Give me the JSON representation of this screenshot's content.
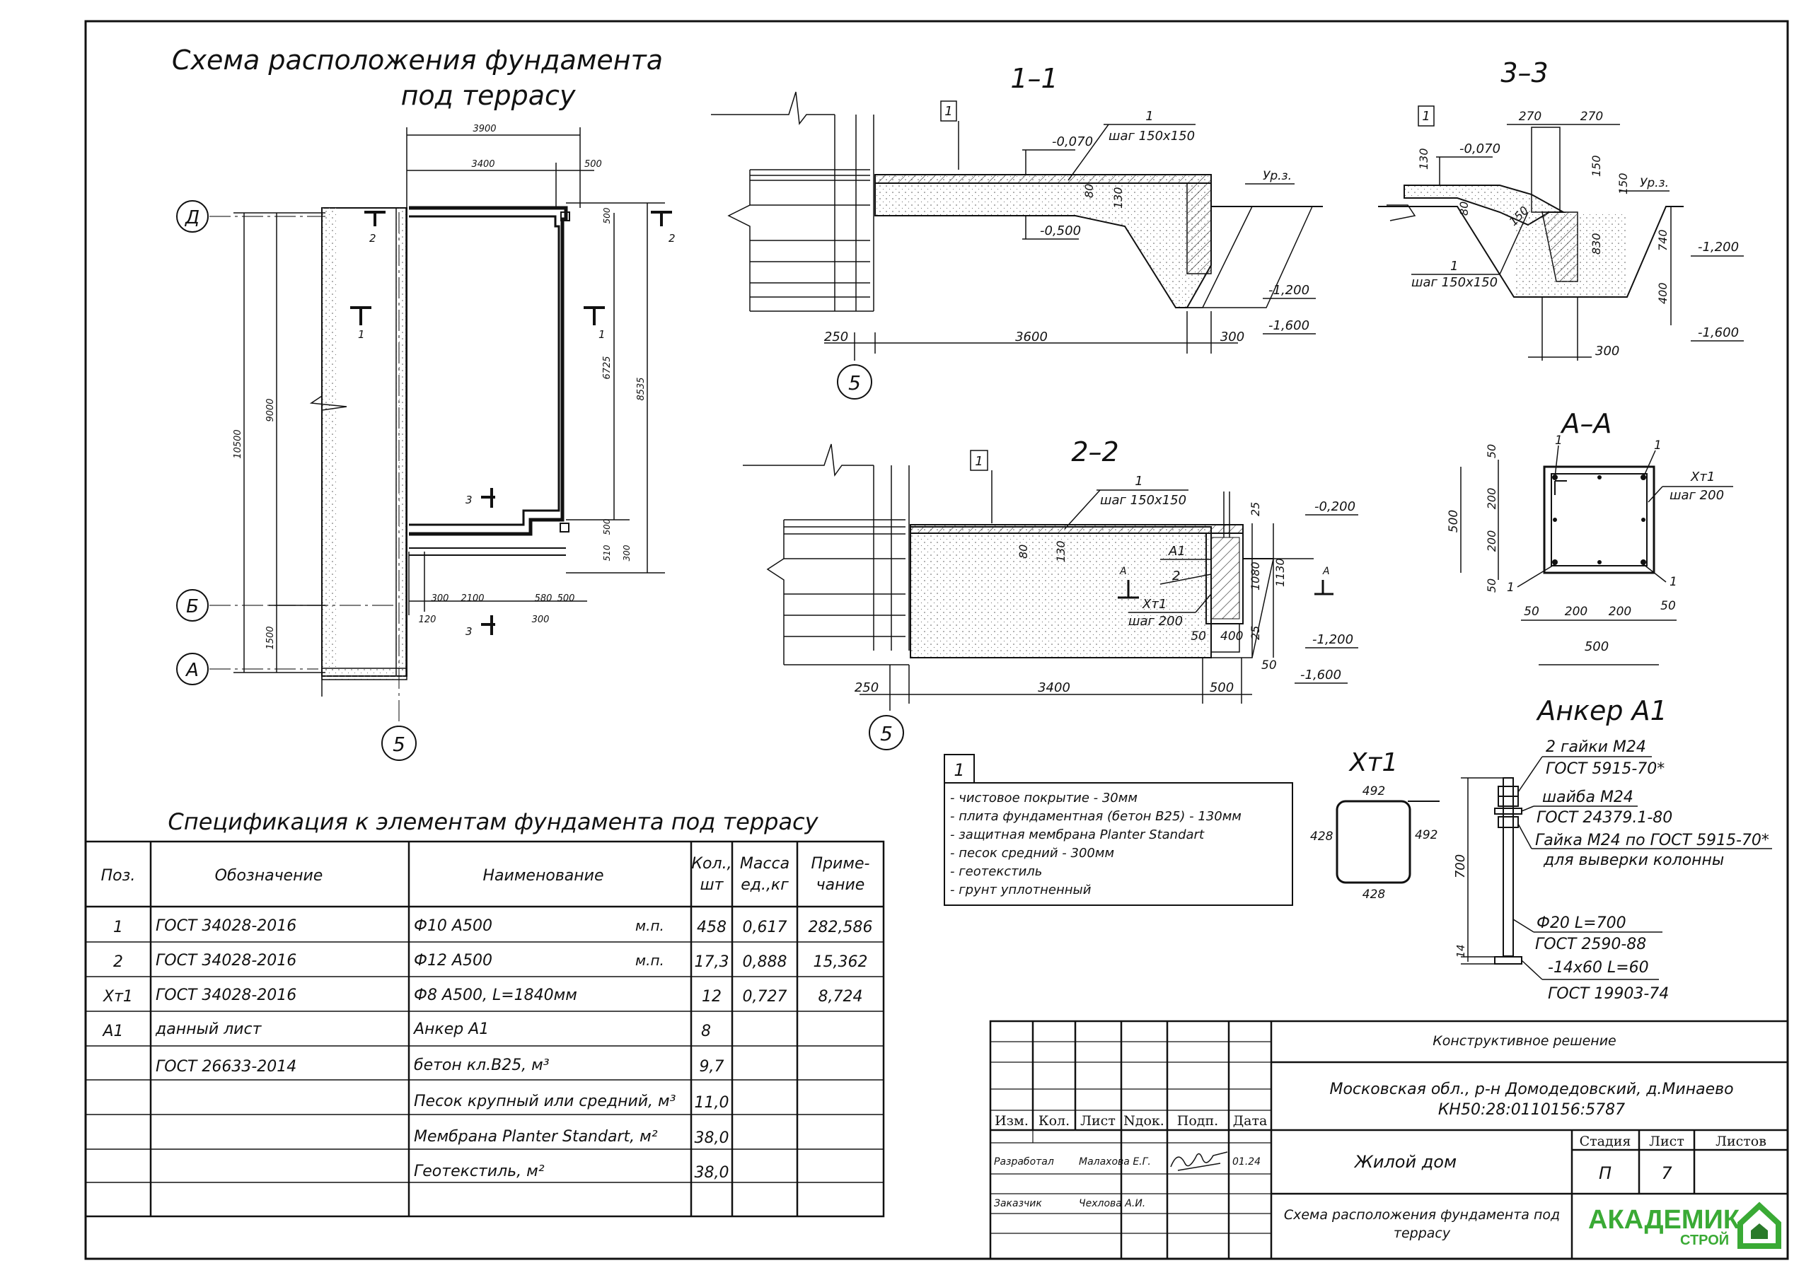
{
  "plan": {
    "title_line1": "Схема расположения фундамента",
    "title_line2": "под террасу",
    "axes": {
      "d": "Д",
      "b": "Б",
      "a": "А",
      "five": "5"
    },
    "dims": {
      "d3900": "3900",
      "d3400": "3400",
      "d500top": "500",
      "d10500": "10500",
      "d9000": "9000",
      "d1500": "1500",
      "d6725": "6725",
      "d8535": "8535",
      "d500r1": "500",
      "d500r2": "500",
      "d510": "510",
      "d300r": "300",
      "d300b": "300",
      "d2100": "2100",
      "d580": "580",
      "d500b": "500",
      "d120": "120",
      "d300c": "300"
    },
    "cuts": {
      "c1": "1",
      "c2": "2",
      "c3": "3"
    }
  },
  "section11": {
    "title": "1–1",
    "ref": "1",
    "rebar": "1",
    "step": "шаг 150x150",
    "lvl_070": "-0,070",
    "lvl_500": "-0,500",
    "grade": "Ур.з.",
    "lvl_1200": "-1,200",
    "lvl_1600": "-1,600",
    "d80": "80",
    "d130": "130",
    "d250": "250",
    "d3600": "3600",
    "d300": "300",
    "axis": "5"
  },
  "section22": {
    "title": "2–2",
    "ref": "1",
    "rebar": "1",
    "step": "шаг 150x150",
    "lvl_200": "-0,200",
    "lvl_1200": "-1,200",
    "lvl_1600": "-1,600",
    "d80": "80",
    "d130": "130",
    "d25a": "25",
    "d1080": "1080",
    "d1130": "1130",
    "d25b": "25",
    "d50a": "50",
    "d400": "400",
    "d50b": "50",
    "a1": "А1",
    "n2": "2",
    "xm1": "Хт1",
    "step200": "шаг 200",
    "aa": "А",
    "d250": "250",
    "d3400": "3400",
    "d500": "500",
    "axis": "5"
  },
  "section33": {
    "title": "3–3",
    "ref": "1",
    "d270a": "270",
    "d270b": "270",
    "lvl_070": "-0,070",
    "d130": "130",
    "d150a": "150",
    "d150b": "150",
    "grade": "Ур.з.",
    "d80": "80",
    "d150c": "150",
    "d830": "830",
    "d740": "740",
    "d400": "400",
    "lvl_1200": "-1,200",
    "lvl_1600": "-1,600",
    "rebar": "1",
    "step": "шаг 150x150",
    "d300": "300"
  },
  "sectionAA": {
    "title": "А–А",
    "n1a": "1",
    "n1b": "1",
    "n1c": "1",
    "n1d": "1",
    "xm1": "Хт1",
    "step": "шаг 200",
    "d500v": "500",
    "d50a": "50",
    "d200a": "200",
    "d200b": "200",
    "d50b": "50",
    "d50c": "50",
    "d200c": "200",
    "d200d": "200",
    "d50d": "50",
    "d500h": "500"
  },
  "xm1": {
    "title": "Хт1",
    "top": "492",
    "right": "492",
    "left": "428",
    "bottom": "428"
  },
  "anchor": {
    "title": "Анкер А1",
    "l1": "2 гайки М24",
    "l2": "ГОСТ 5915-70*",
    "l3": "шайба М24",
    "l4": "ГОСТ 24379.1-80",
    "l5": "Гайка М24 по ГОСТ 5915-70*",
    "l6": "для выверки колонны",
    "l7": "Ф20 L=700",
    "l8": "ГОСТ 2590-88",
    "l9": "-14x60 L=60",
    "l10": "ГОСТ 19903-74",
    "d700": "700",
    "d14": "14"
  },
  "legend": {
    "num": "1",
    "items": [
      "- чистовое покрытие - 30мм",
      "- плита фундаментная (бетон В25) - 130мм",
      "- защитная мембрана Planter Standart",
      "- песок средний - 300мм",
      "- геотекстиль",
      "- грунт уплотненный"
    ]
  },
  "spec": {
    "title": "Спецификация к элементам фундамента под террасу",
    "headers": {
      "pos": "Поз.",
      "code": "Обозначение",
      "name": "Наименование",
      "qty1": "Кол.,",
      "qty2": "шт",
      "mass1": "Масса",
      "mass2": "ед.,кг",
      "note1": "Приме-",
      "note2": "чание"
    },
    "rows": [
      {
        "pos": "1",
        "code": "ГОСТ 34028-2016",
        "name": "Ф10 А500",
        "unit": "м.п.",
        "qty": "458",
        "mass": "0,617",
        "note": "282,586"
      },
      {
        "pos": "2",
        "code": "ГОСТ 34028-2016",
        "name": "Ф12 А500",
        "unit": "м.п.",
        "qty": "17,3",
        "mass": "0,888",
        "note": "15,362"
      },
      {
        "pos": "Хт1",
        "code": "ГОСТ 34028-2016",
        "name": "Ф8 А500, L=1840мм",
        "unit": "",
        "qty": "12",
        "mass": "0,727",
        "note": "8,724"
      },
      {
        "pos": "А1",
        "code": "данный лист",
        "name": "Анкер А1",
        "unit": "",
        "qty": "8",
        "mass": "",
        "note": ""
      },
      {
        "pos": "",
        "code": "ГОСТ 26633-2014",
        "name": "бетон кл.В25, м³",
        "unit": "",
        "qty": "9,7",
        "mass": "",
        "note": ""
      },
      {
        "pos": "",
        "code": "",
        "name": "Песок крупный или средний, м³",
        "unit": "",
        "qty": "11,0",
        "mass": "",
        "note": ""
      },
      {
        "pos": "",
        "code": "",
        "name": "Мембрана Planter Standart, м²",
        "unit": "",
        "qty": "38,0",
        "mass": "",
        "note": ""
      },
      {
        "pos": "",
        "code": "",
        "name": "Геотекстиль, м²",
        "unit": "",
        "qty": "38,0",
        "mass": "",
        "note": ""
      }
    ]
  },
  "stamp": {
    "izm": "Изм.",
    "kol": "Кол.",
    "list": "Лист",
    "ndok": "Nдок.",
    "podp": "Подп.",
    "data": "Дата",
    "r1_role": "Разработал",
    "r1_name": "Малахова Е.Г.",
    "r1_date": "01.24",
    "r2_role": "Заказчик",
    "r2_name": "Чехлова А.И.",
    "solution": "Конструктивное решение",
    "address1": "Московская обл., р-н Домодедовский, д.Минаево",
    "address2": "КН50:28:0110156:5787",
    "object": "Жилой дом",
    "stage_h": "Стадия",
    "sheet_h": "Лист",
    "sheets_h": "Листов",
    "stage": "П",
    "sheet": "7",
    "drawing1": "Схема расположения фундамента под",
    "drawing2": "террасу",
    "logo1": "АКАДЕМИК",
    "logo2": "СТРОЙ",
    "colors": {
      "logo_green": "#3aaa35",
      "logo_dark": "#2a7a2a"
    }
  }
}
